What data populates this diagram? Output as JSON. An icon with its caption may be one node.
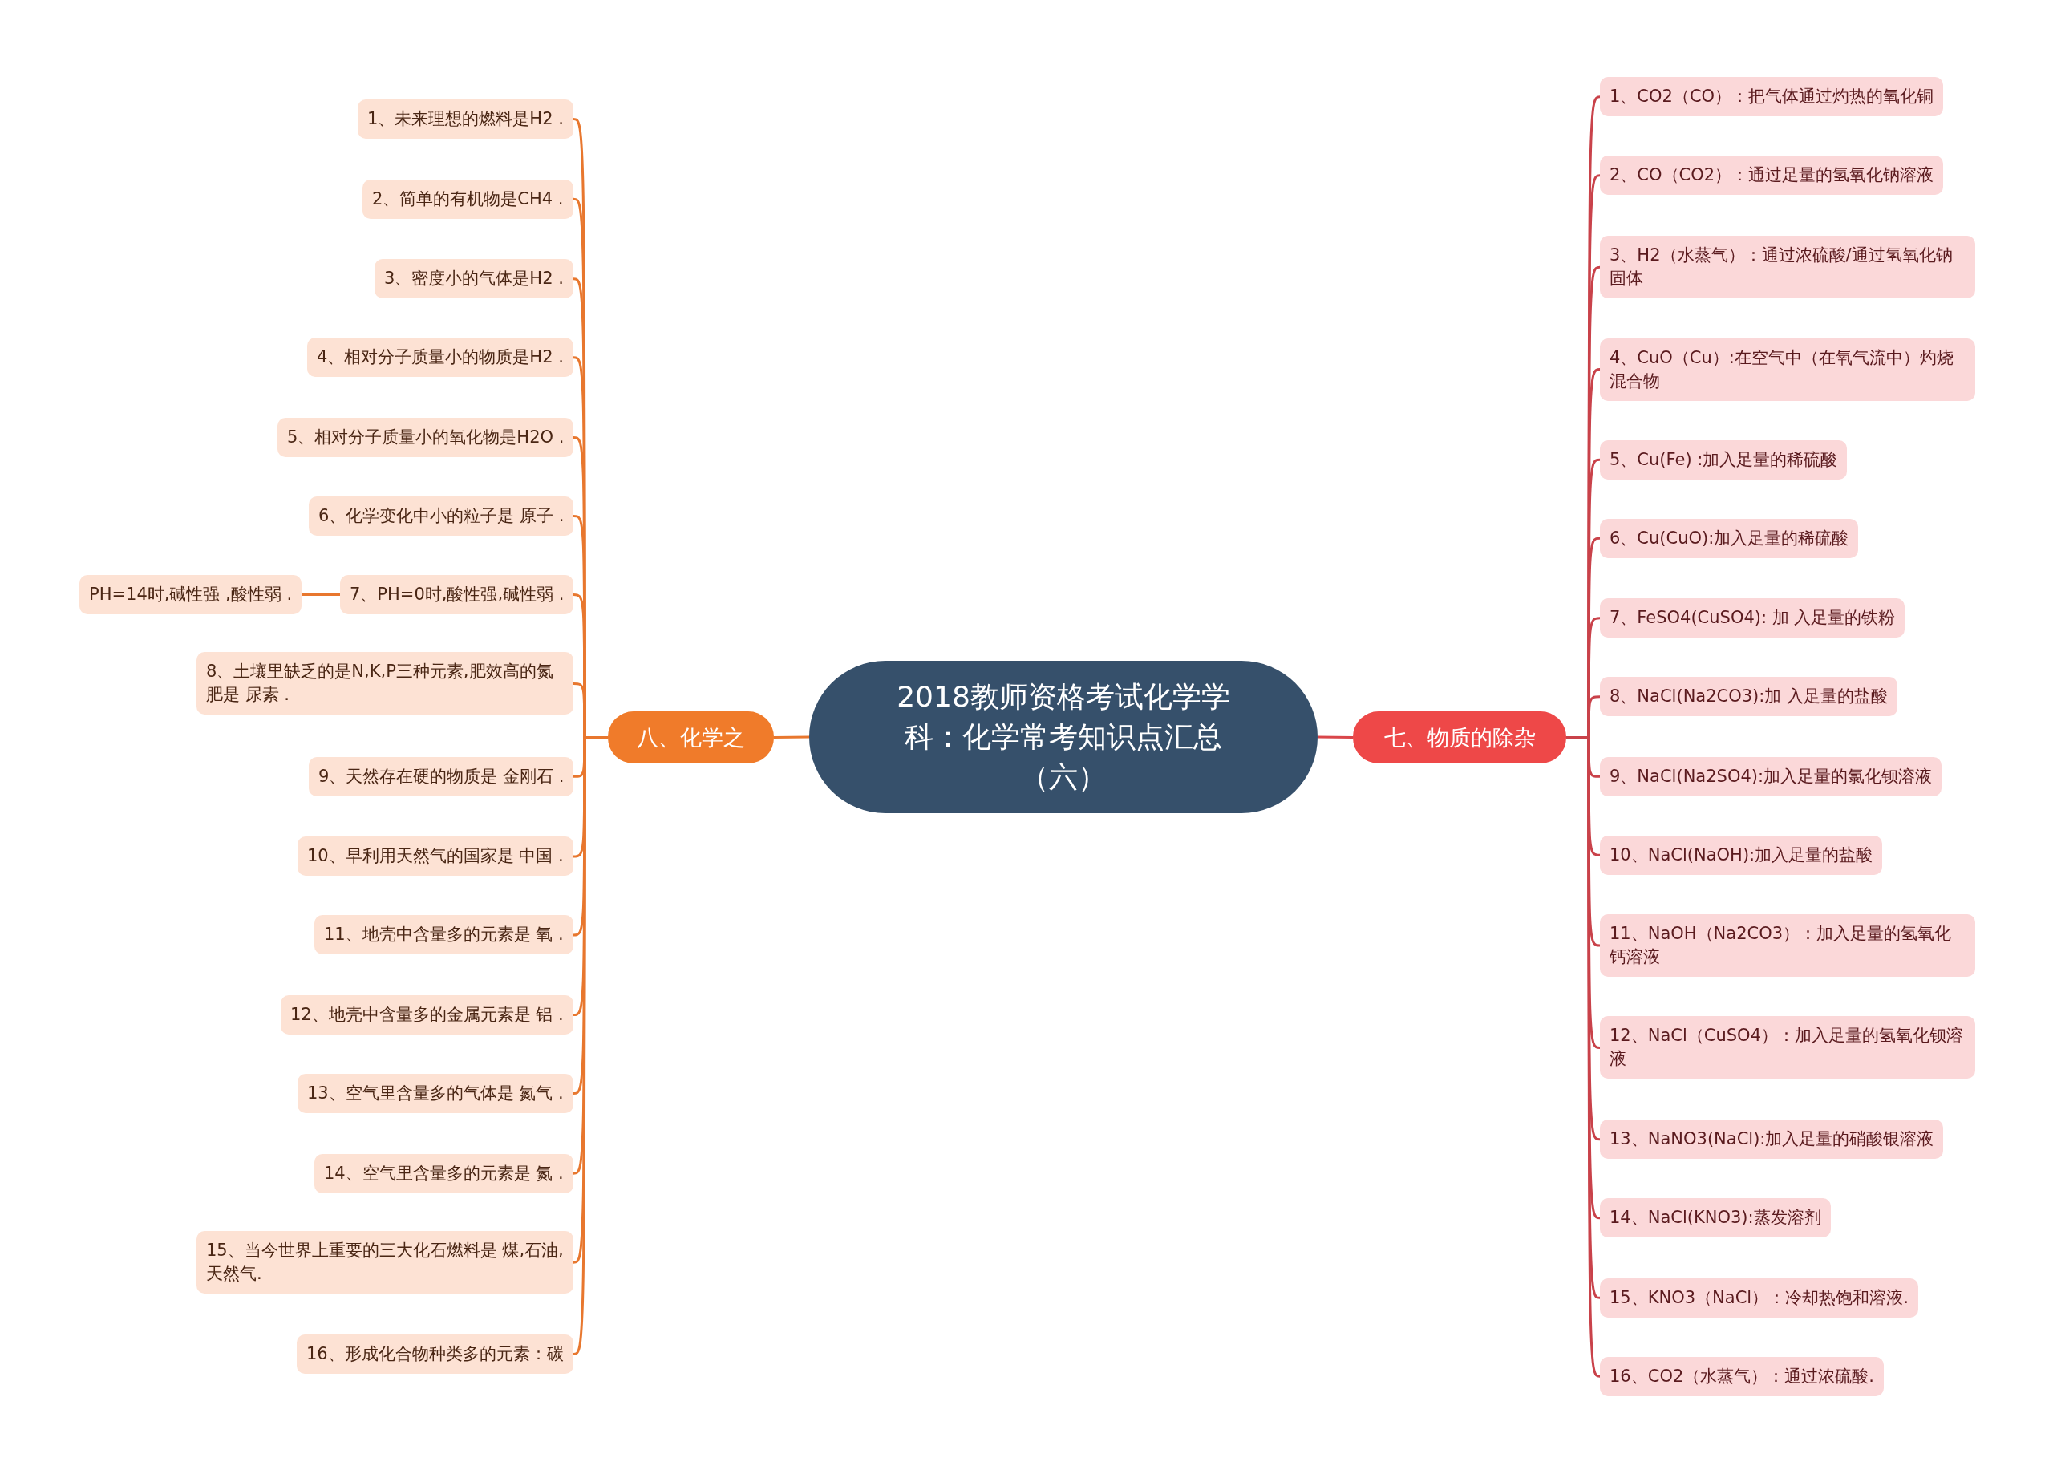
{
  "diagram": {
    "nodes": [
      {
        "text": [
          "2018教师资格考试化学学科：化学常考知识点汇总（六）"
        ]
      },
      {
        "text": [
          "八、化学之"
        ]
      },
      {
        "text": [
          "1、未来理想的燃料是H2 ."
        ]
      },
      {
        "text": [
          "2、简单的有机物是CH4 ."
        ]
      },
      {
        "text": [
          "3、密度小的气体是H2 ."
        ]
      },
      {
        "text": [
          "4、相对分子质量小的物质是H2 ."
        ]
      },
      {
        "text": [
          "5、相对分子质量小的氧化物是H2O ."
        ]
      },
      {
        "text": [
          "6、化学变化中小的粒子是 原子 ."
        ]
      },
      {
        "text": [
          "7、PH=0时,酸性强,碱性弱 ."
        ]
      },
      {
        "text": [
          "8、土壤里缺乏的是N,K,P三种元素,肥效高的氮肥是 尿素 ."
        ]
      },
      {
        "text": [
          "9、天然存在硬的物质是 金刚石 ."
        ]
      },
      {
        "text": [
          "10、早利用天然气的国家是 中国 ."
        ]
      },
      {
        "text": [
          "11、地壳中含量多的元素是 氧 ."
        ]
      },
      {
        "text": [
          "12、地壳中含量多的金属元素是 铝 ."
        ]
      },
      {
        "text": [
          "13、空气里含量多的气体是 氮气 ."
        ]
      },
      {
        "text": [
          "14、空气里含量多的元素是 氮 ."
        ]
      },
      {
        "text": [
          "15、当今世界上重要的三大化石燃料是 煤,石油,天然气."
        ]
      },
      {
        "text": [
          "16、形成化合物种类多的元素：碳"
        ]
      },
      {
        "text": [
          "PH=14时,碱性强 ,酸性弱 ."
        ]
      },
      {
        "text": [
          "七、物质的除杂"
        ]
      },
      {
        "text": [
          "1、CO2（CO）：把气体通过灼热的氧化铜"
        ]
      },
      {
        "text": [
          "2、CO（CO2）：通过足量的氢氧化钠溶液"
        ]
      },
      {
        "text": [
          "3、H2（水蒸气）：通过浓硫酸/通过氢氧化钠固体"
        ]
      },
      {
        "text": [
          "4、CuO（Cu）:在空气中（在氧气流中）灼烧混合物"
        ]
      },
      {
        "text": [
          "5、Cu(Fe) :加入足量的稀硫酸"
        ]
      },
      {
        "text": [
          "6、Cu(CuO):加入足量的稀硫酸"
        ]
      },
      {
        "text": [
          "7、FeSO4(CuSO4): 加 入足量的铁粉"
        ]
      },
      {
        "text": [
          "8、NaCl(Na2CO3):加 入足量的盐酸"
        ]
      },
      {
        "text": [
          "9、NaCl(Na2SO4):加入足量的氯化钡溶液"
        ]
      },
      {
        "text": [
          "10、NaCl(NaOH):加入足量的盐酸"
        ]
      },
      {
        "text": [
          "11、NaOH（Na2CO3）：加入足量的氢氧化钙溶液"
        ]
      },
      {
        "text": [
          "12、NaCl（CuSO4）：加入足量的氢氧化钡溶液"
        ]
      },
      {
        "text": [
          "13、NaNO3(NaCl):加入足量的硝酸银溶液"
        ]
      },
      {
        "text": [
          "14、NaCl(KNO3):蒸发溶剂"
        ]
      },
      {
        "text": [
          "15、KNO3（NaCl）：冷却热饱和溶液."
        ]
      },
      {
        "text": [
          "16、CO2（水蒸气）：通过浓硫酸."
        ]
      }
    ],
    "edges": [
      {
        "from": 0,
        "to": 1,
        "arrow": "none",
        "color": "#e8772e"
      },
      {
        "from": 1,
        "to": 2,
        "arrow": "none",
        "color": "#e8772e"
      },
      {
        "from": 1,
        "to": 3,
        "arrow": "none",
        "color": "#e8772e"
      },
      {
        "from": 1,
        "to": 4,
        "arrow": "none",
        "color": "#e8772e"
      },
      {
        "from": 1,
        "to": 5,
        "arrow": "none",
        "color": "#e8772e"
      },
      {
        "from": 1,
        "to": 6,
        "arrow": "none",
        "color": "#e8772e"
      },
      {
        "from": 1,
        "to": 7,
        "arrow": "none",
        "color": "#e8772e"
      },
      {
        "from": 1,
        "to": 8,
        "arrow": "none",
        "color": "#e8772e"
      },
      {
        "from": 1,
        "to": 9,
        "arrow": "none",
        "color": "#e8772e"
      },
      {
        "from": 1,
        "to": 10,
        "arrow": "none",
        "color": "#e8772e"
      },
      {
        "from": 1,
        "to": 11,
        "arrow": "none",
        "color": "#e8772e"
      },
      {
        "from": 1,
        "to": 12,
        "arrow": "none",
        "color": "#e8772e"
      },
      {
        "from": 1,
        "to": 13,
        "arrow": "none",
        "color": "#e8772e"
      },
      {
        "from": 1,
        "to": 14,
        "arrow": "none",
        "color": "#e8772e"
      },
      {
        "from": 1,
        "to": 15,
        "arrow": "none",
        "color": "#e8772e"
      },
      {
        "from": 1,
        "to": 16,
        "arrow": "none",
        "color": "#e8772e"
      },
      {
        "from": 1,
        "to": 17,
        "arrow": "none",
        "color": "#e8772e"
      },
      {
        "from": 8,
        "to": 18,
        "arrow": "none",
        "color": "#e8772e"
      },
      {
        "from": 0,
        "to": 19,
        "arrow": "none",
        "color": "#d9464a"
      },
      {
        "from": 19,
        "to": 20,
        "arrow": "none",
        "color": "#c9424a"
      },
      {
        "from": 19,
        "to": 21,
        "arrow": "none",
        "color": "#c9424a"
      },
      {
        "from": 19,
        "to": 22,
        "arrow": "none",
        "color": "#c9424a"
      },
      {
        "from": 19,
        "to": 23,
        "arrow": "none",
        "color": "#c9424a"
      },
      {
        "from": 19,
        "to": 24,
        "arrow": "none",
        "color": "#c9424a"
      },
      {
        "from": 19,
        "to": 25,
        "arrow": "none",
        "color": "#c9424a"
      },
      {
        "from": 19,
        "to": 26,
        "arrow": "none",
        "color": "#c9424a"
      },
      {
        "from": 19,
        "to": 27,
        "arrow": "none",
        "color": "#c9424a"
      },
      {
        "from": 19,
        "to": 28,
        "arrow": "none",
        "color": "#c9424a"
      },
      {
        "from": 19,
        "to": 29,
        "arrow": "none",
        "color": "#c9424a"
      },
      {
        "from": 19,
        "to": 30,
        "arrow": "none",
        "color": "#c9424a"
      },
      {
        "from": 19,
        "to": 31,
        "arrow": "none",
        "color": "#c9424a"
      },
      {
        "from": 19,
        "to": 32,
        "arrow": "none",
        "color": "#c9424a"
      },
      {
        "from": 19,
        "to": 33,
        "arrow": "none",
        "color": "#c9424a"
      },
      {
        "from": 19,
        "to": 34,
        "arrow": "none",
        "color": "#c9424a"
      },
      {
        "from": 19,
        "to": 35,
        "arrow": "none",
        "color": "#c9424a"
      }
    ]
  }
}
